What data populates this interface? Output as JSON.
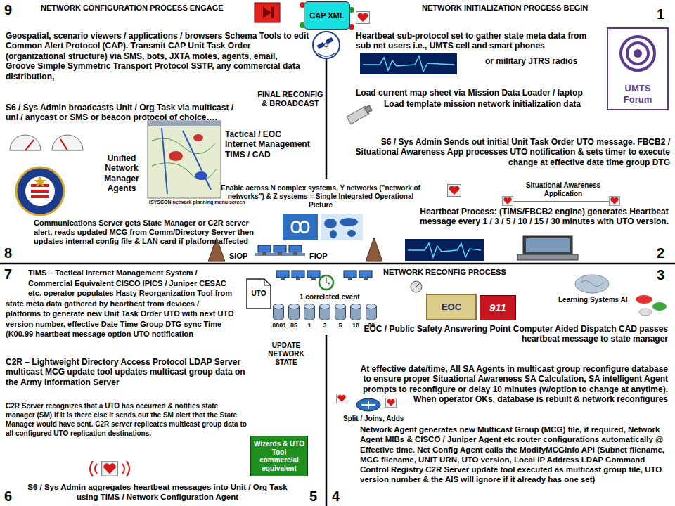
{
  "diagram": {
    "nodes": [
      {
        "text": [
          "CAP XML"
        ]
      },
      {
        "text": [
          "UTO"
        ]
      },
      {
        "text": [
          "EOC"
        ]
      },
      {
        "text": [
          "911"
        ]
      },
      {
        "text": [
          "Wizards & UTO Tool commercial equivalent"
        ]
      }
    ],
    "labels": [
      "9",
      "NETWORK CONFIGURATION PROCESS ENGAGE",
      "Geospatial, scenario viewers / applications / browsers Schema Tools to edit Common Alert Protocol (CAP). Transmit CAP Unit Task Order (organizational structure) via SMS, bots, JXTA motes, agents, email, Groove Simple Symmetric Transport Protocol SSTP, any commercial data distribution,",
      "S6 / Sys Admin broadcasts Unit / Org Task via multicast / uni / anycast or SMS or beacon protocol of choice….",
      "FINAL RECONFIG & BROADCAST",
      "Tactical / EOC Internet Management TIMS / CAD",
      "Unified Network Manager Agents",
      "ISYSCON network planning menu screen",
      "Enable across N complex systems, Y networks (\"network of networks\") & Z systems = Single Integrated Operational Picture",
      "Communications Server gets State Manager or C2R server alert, reads updated MCG from Comm/Directory Server then updates internal config file & LAN card if platform affected",
      "SIOP",
      "FIOP",
      "8",
      "NETWORK INITIALIZATION PROCESS BEGIN",
      "1",
      "Heartbeat sub-protocol set to gather state meta data from sub net users i.e., UMTS cell and smart phones",
      "or military JTRS radios",
      "UMTS Forum",
      "Load current map sheet via Mission Data Loader / laptop",
      "Load template mission network initialization data",
      "S6 / Sys Admin Sends out initial Unit Task Order UTO message. FBCB2 / Situational Awareness App processes UTO notification & sets timer to execute change at effective date time group DTG",
      "Situational Awareness Application",
      "Heartbeat Process: (TIMS/FBCB2 engine) generates Heartbeat message every 1 / 3 / 5 / 10 / 15 / 30 minutes with UTO version.",
      "2",
      "7",
      "TIMS – Tactical Internet Management System / Commercial Equivalent CISCO IPICS / Juniper CESAC etc. operator populates Hasty Reorganization Tool from state meta data gathered by heartbeat from devices / platforms to generate new Unit Task Order UTO with next UTO version number, effective Date Time Group DTG sync Time (K00.99 heartbeat message option UTO notification",
      "1 correlated event",
      ".0001",
      "05",
      "1",
      "3",
      "5",
      "10",
      "30",
      "UPDATE NETWORK STATE",
      "C2R – Lightweight Directory Access Protocol LDAP Server multicast MCG update tool updates multicast group data on the Army Information Server",
      "C2R Server recognizes that a UTO has occurred & notifies state manager (SM) if it is there else it sends out the SM alert that the State Manager would have sent. C2R server replicates multicast group data to all configured UTO replication destinations.",
      "S6 / Sys Admin aggregates heartbeat messages into Unit / Org Task using TIMS / Network Configuration Agent",
      "6",
      "5",
      "3",
      "NETWORK RECONFIG PROCESS",
      "Learning Systems AI",
      "EOC / Public Safety Answering Point Computer Aided Dispatch CAD passes heartbeat message to state manager",
      "At effective date/time, All SA Agents in multicast group reconfigure database to ensure proper Situational Awareness SA Calculation, SA intelligent Agent prompts to reconfigure or delay 10 minutes (w/option to change at anytime). When operator OKs, database is rebuilt & network reconfigures",
      "Split / Joins, Adds",
      "Network Agent generates new Multicast Group (MCG) file, if required, Network Agent MIBs & CISCO / Juniper Agent etc router configurations automatically @ Effective time. Net Config Agent calls the ModifyMCGInfo API (Subnet filename, MCG filename, UNIT URN, UTO version, Local IP Address LDAP Command Control Registry C2R Server update tool executed as multicast group file, UTO version number & the AIS will ignore if it already has one set)",
      "4"
    ]
  }
}
